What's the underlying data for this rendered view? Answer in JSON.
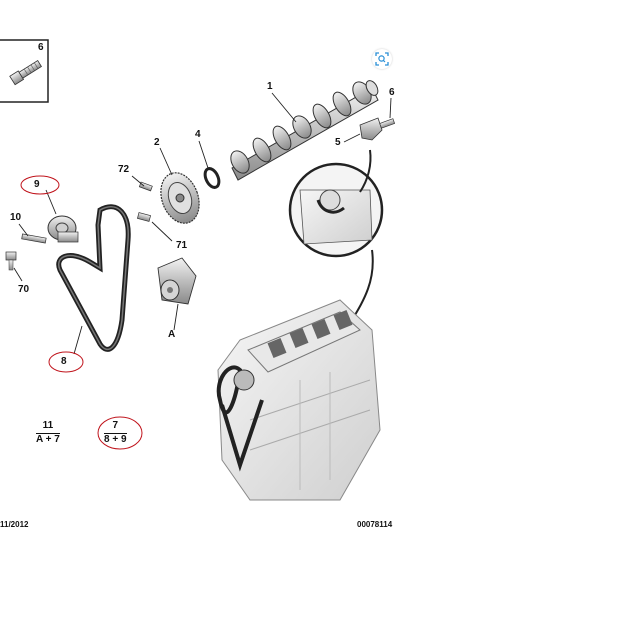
{
  "labels": {
    "part_1": "1",
    "part_2": "2",
    "part_4": "4",
    "part_5": "5",
    "part_6_top": "6",
    "part_6_inset": "6",
    "part_9": "9",
    "part_10": "10",
    "part_70": "70",
    "part_71": "71",
    "part_72": "72",
    "part_8": "8",
    "part_A": "A"
  },
  "fractions": [
    {
      "numerator": "11",
      "denominator": "A + 7"
    },
    {
      "numerator": "7",
      "denominator": "8 + 9"
    }
  ],
  "footer": {
    "date": "11/2012",
    "reference": "00078114"
  },
  "colors": {
    "highlight_ellipse": "#c0141c",
    "zoom_icon": "#2a8fd6",
    "line_art": "#222222"
  },
  "icons": {
    "zoom": "zoom-scan-icon"
  }
}
